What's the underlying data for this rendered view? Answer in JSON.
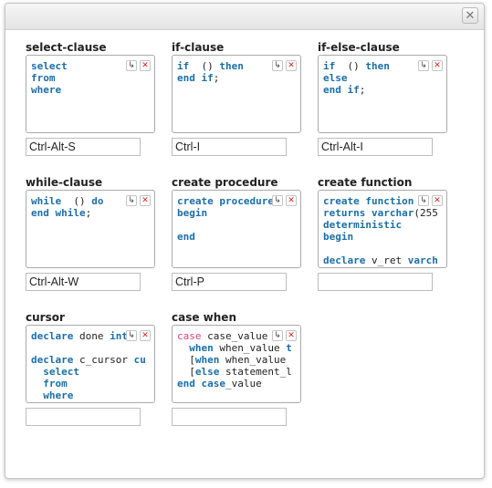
{
  "window": {
    "close_icon": "close-icon"
  },
  "snippets": [
    {
      "title": "select-clause",
      "shortcut": "Ctrl-Alt-S",
      "lines": [
        [
          [
            "kw",
            "select"
          ]
        ],
        [
          [
            "kw",
            "from"
          ]
        ],
        [
          [
            "kw",
            "where"
          ]
        ]
      ]
    },
    {
      "title": "if-clause",
      "shortcut": "Ctrl-I",
      "lines": [
        [
          [
            "kw",
            "if"
          ],
          [
            "",
            "  () "
          ],
          [
            "kw",
            "then"
          ]
        ],
        [
          [
            "kw",
            "end if"
          ],
          [
            "",
            ";"
          ]
        ]
      ]
    },
    {
      "title": "if-else-clause",
      "shortcut": "Ctrl-Alt-I",
      "lines": [
        [
          [
            "kw",
            "if"
          ],
          [
            "",
            "  () "
          ],
          [
            "kw",
            "then"
          ]
        ],
        [
          [
            "kw",
            "else"
          ]
        ],
        [
          [
            "kw",
            "end if"
          ],
          [
            "",
            ";"
          ]
        ]
      ]
    },
    {
      "title": "while-clause",
      "shortcut": "Ctrl-Alt-W",
      "lines": [
        [
          [
            "kw",
            "while"
          ],
          [
            "",
            "  () "
          ],
          [
            "kw",
            "do"
          ]
        ],
        [
          [
            "kw",
            "end while"
          ],
          [
            "",
            ";"
          ]
        ]
      ]
    },
    {
      "title": "create procedure",
      "shortcut": "Ctrl-P",
      "lines": [
        [
          [
            "kw",
            "create procedure"
          ]
        ],
        [
          [
            "kw",
            "begin"
          ]
        ],
        [
          [
            "",
            ""
          ]
        ],
        [
          [
            "kw",
            "end"
          ]
        ]
      ]
    },
    {
      "title": "create function",
      "shortcut": "",
      "lines": [
        [
          [
            "kw",
            "create function"
          ]
        ],
        [
          [
            "kw",
            "returns varchar"
          ],
          [
            "",
            "(255"
          ]
        ],
        [
          [
            "kw",
            "deterministic"
          ]
        ],
        [
          [
            "kw",
            "begin"
          ]
        ],
        [
          [
            "",
            ""
          ]
        ],
        [
          [
            "kw",
            "declare"
          ],
          [
            "",
            " v_ret "
          ],
          [
            "kw",
            "varch"
          ]
        ]
      ]
    },
    {
      "title": "cursor",
      "shortcut": "",
      "lines": [
        [
          [
            "kw",
            "declare"
          ],
          [
            "",
            " done "
          ],
          [
            "kw",
            "int"
          ]
        ],
        [
          [
            "",
            ""
          ]
        ],
        [
          [
            "kw",
            "declare"
          ],
          [
            "",
            " c_cursor "
          ],
          [
            "kw",
            "cu"
          ]
        ],
        [
          [
            "kw",
            "  select"
          ]
        ],
        [
          [
            "kw",
            "  from"
          ]
        ],
        [
          [
            "kw",
            "  where"
          ]
        ]
      ]
    },
    {
      "title": "case when",
      "shortcut": "",
      "lines": [
        [
          [
            "kwr",
            "case"
          ],
          [
            "",
            " case_value"
          ]
        ],
        [
          [
            "kw",
            "  when"
          ],
          [
            "",
            " when_value "
          ],
          [
            "kw",
            "t"
          ]
        ],
        [
          [
            "",
            ""
          ],
          [
            "",
            "  ["
          ],
          [
            "kw",
            "when"
          ],
          [
            "",
            " when_value"
          ]
        ],
        [
          [
            "",
            ""
          ],
          [
            "",
            "  ["
          ],
          [
            "kw",
            "else"
          ],
          [
            "",
            " statement_l"
          ]
        ],
        [
          [
            "kw",
            "end case"
          ],
          [
            "",
            "_value"
          ]
        ]
      ]
    }
  ],
  "tool_labels": {
    "insert": "↳",
    "delete": "✕"
  }
}
